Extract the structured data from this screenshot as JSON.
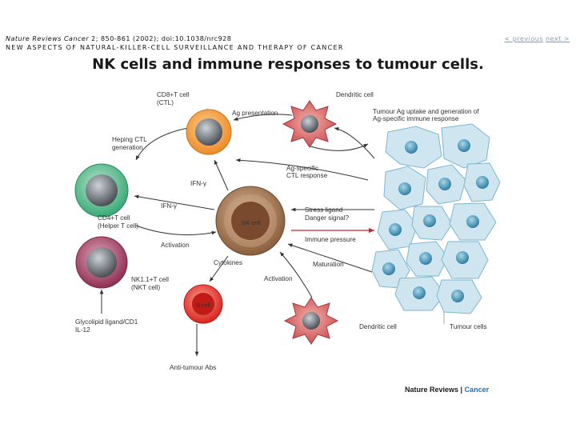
{
  "header": {
    "journal": "Nature Reviews Cancer",
    "citation_rest": " 2; 850-861 (2002); doi:10.1038/nrc928",
    "section": "NEW ASPECTS OF NATURAL-KILLER-CELL SURVEILLANCE AND THERAPY OF CANCER",
    "nav_previous": "< previous",
    "nav_next": "next >"
  },
  "title": "NK cells and immune responses to tumour cells.",
  "diagram": {
    "cells": {
      "ctl": [
        "CD8+T cell",
        "(CTL)"
      ],
      "dendritic_top": "Dendritic cell",
      "helper": [
        "CD4+T cell",
        "(Helper T cell)"
      ],
      "nk": "NK cell",
      "nkt": [
        "NK1.1+T cell",
        "(NKT cell)"
      ],
      "bcell": "B cell",
      "dendritic_bottom": "Dendritic cell",
      "tumour": "Tumour cells"
    },
    "labels": {
      "ag_presentation": "Ag presentation",
      "tumour_ag": [
        "Tumour Ag uptake and generation of",
        "Ag-specific immune response"
      ],
      "helping_ctl": [
        "Heping CTL",
        "generation"
      ],
      "ifn_top": "IFN-γ",
      "ag_specific": [
        "Ag-specific",
        "CTL response"
      ],
      "ifn_left": "IFN-γ",
      "stress": [
        "Stress ligand",
        "Danger signal?"
      ],
      "immune_pressure": "Immune pressure",
      "activation_left": "Activation",
      "cytokines": "Cytokines",
      "maturation": "Maturation",
      "activation_right": "Activation",
      "glycolipid": [
        "Glycolipid ligand/CD1",
        "IL-12"
      ],
      "anti_tumour": "Anti-tumour Abs"
    },
    "colors": {
      "ctl": "#f29a3a",
      "dendritic": "#c9484e",
      "helper": "#4fb98a",
      "nk": "#8b5e3c",
      "nkt": "#9b3b5a",
      "bcell": "#e8322a",
      "tumour_fill": "#cfe6f0",
      "tumour_nucleus": "#3f8fb3",
      "red_arrow": "#c0262c"
    }
  },
  "brand": {
    "name": "Nature Reviews",
    "sep": " | ",
    "journal": "Cancer"
  }
}
